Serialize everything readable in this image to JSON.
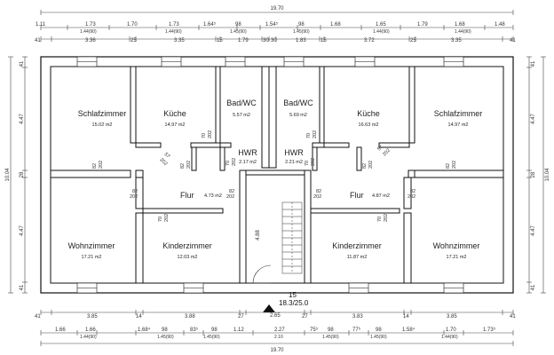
{
  "rooms": [
    {
      "name": "Schlafzimmer",
      "area": "15.02 m2"
    },
    {
      "name": "Küche",
      "area": "14.97 m2"
    },
    {
      "name": "Bad/WC",
      "area": "5.57 m2"
    },
    {
      "name": "Bad/WC",
      "area": "5.69 m2"
    },
    {
      "name": "Küche",
      "area": "16.63 m2"
    },
    {
      "name": "Schlafzimmer",
      "area": "14.97 m2"
    },
    {
      "name": "HWR",
      "area": "2.17 m2"
    },
    {
      "name": "HWR",
      "area": "2.21 m2"
    },
    {
      "name": "Flur",
      "area": "4.73 m2"
    },
    {
      "name": "Flur",
      "area": "4.87 m2"
    },
    {
      "name": "Wohnzimmer",
      "area": "17.21 m2"
    },
    {
      "name": "Kinderzimmer",
      "area": "12.03 m2"
    },
    {
      "name": "Kinderzimmer",
      "area": "11.87 m2"
    },
    {
      "name": "Wohnzimmer",
      "area": "17.21 m2"
    }
  ],
  "door_labels": [
    {
      "top": "82",
      "bottom": "202"
    },
    {
      "top": "82",
      "bottom": "202"
    },
    {
      "top": "70",
      "bottom": "202"
    },
    {
      "top": "70",
      "bottom": "202"
    },
    {
      "top": "70",
      "bottom": "202"
    },
    {
      "top": "70",
      "bottom": "202"
    },
    {
      "top": "82",
      "bottom": "202"
    },
    {
      "top": "82",
      "bottom": "202"
    },
    {
      "top": "82",
      "bottom": "202"
    },
    {
      "top": "82",
      "bottom": "202"
    },
    {
      "top": "82",
      "bottom": "202"
    },
    {
      "top": "82",
      "bottom": "202"
    },
    {
      "top": "70",
      "bottom": "202"
    },
    {
      "top": "70",
      "bottom": "202"
    },
    {
      "top": "57",
      "bottom": "202"
    },
    {
      "top": "57",
      "bottom": "202"
    }
  ],
  "dims_top": {
    "overall": "19.70",
    "row1": [
      "1.11",
      "1.73",
      "1.70",
      "1.73",
      "1.64⁵",
      "98",
      "1.54⁵",
      "98",
      "1.68",
      "1.65",
      "1.79",
      "1.68",
      "1.48"
    ],
    "row1_sub": [
      "1.44(90)",
      "1.44(90)",
      "1.45(90)",
      "1.45(90)",
      "1.44(90)",
      "1.44(90)"
    ],
    "row2": [
      "41",
      "3.36",
      "25",
      "3.35",
      "15",
      "1.79",
      "30",
      "30",
      "1.83",
      "15",
      "3.72",
      "25",
      "3.35",
      "41"
    ]
  },
  "dims_bottom": {
    "row1": [
      "41",
      "3.85",
      "14",
      "3.88",
      "27",
      "27",
      "3.83",
      "14",
      "3.85",
      "41"
    ],
    "row2": [
      "1.66",
      "1.66",
      "1.68⁴",
      "98",
      "83⁵",
      "98",
      "1.12",
      "2.27",
      "75⁵",
      "98",
      "77⁵",
      "98",
      "1.58⁴",
      "1.70",
      "1.73⁵"
    ],
    "row2_sub": [
      "1.44(90)",
      "1.45(90)",
      "1.45(90)",
      "2.10",
      "1.45(90)",
      "1.45(90)",
      "1.44(90)"
    ],
    "overall": "19.70"
  },
  "dims_side": {
    "outer": "10.04",
    "inner": [
      "41",
      "4.47",
      "28",
      "4.47",
      "41"
    ]
  },
  "stair": {
    "steps": "15",
    "ratio": "18.3/25.0",
    "width": "2.65",
    "height": "4.88"
  }
}
